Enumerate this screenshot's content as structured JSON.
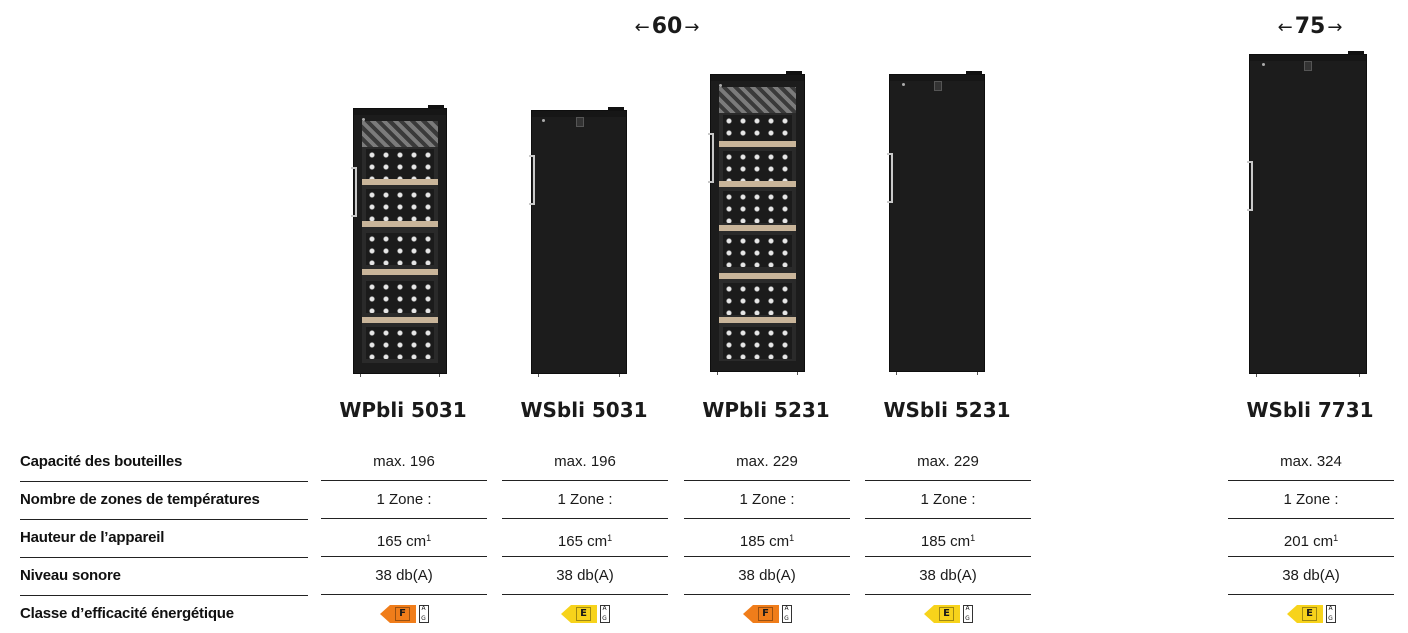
{
  "width_groups": [
    {
      "label": "60",
      "left_arrow": "←",
      "right_arrow": "→"
    },
    {
      "label": "75",
      "left_arrow": "←",
      "right_arrow": "→"
    }
  ],
  "row_labels": [
    "Capacité des bouteilles",
    "Nombre de zones de températures",
    "Hauteur de l’appareil",
    "Niveau sonore",
    "Classe d’efficacité énergétique"
  ],
  "products": [
    {
      "model": "WPbli 5031",
      "door": "glass",
      "capacity": "max. 196",
      "zones": "1 Zone :",
      "height": "165 cm",
      "height_note": "1",
      "noise": "38 db(A)",
      "energy_class": "F",
      "energy_color": "#f07d1a",
      "scale_top": "A",
      "scale_bottom": "G"
    },
    {
      "model": "WSbli 5031",
      "door": "solid",
      "capacity": "max. 196",
      "zones": "1 Zone :",
      "height": "165 cm",
      "height_note": "1",
      "noise": "38 db(A)",
      "energy_class": "E",
      "energy_color": "#f7d31b",
      "scale_top": "A",
      "scale_bottom": "G"
    },
    {
      "model": "WPbli 5231",
      "door": "glass",
      "capacity": "max. 229",
      "zones": "1 Zone :",
      "height": "185 cm",
      "height_note": "1",
      "noise": "38 db(A)",
      "energy_class": "F",
      "energy_color": "#f07d1a",
      "scale_top": "A",
      "scale_bottom": "G"
    },
    {
      "model": "WSbli 5231",
      "door": "solid",
      "capacity": "max. 229",
      "zones": "1 Zone :",
      "height": "185 cm",
      "height_note": "1",
      "noise": "38 db(A)",
      "energy_class": "E",
      "energy_color": "#f7d31b",
      "scale_top": "A",
      "scale_bottom": "G"
    },
    {
      "model": "WSbli 7731",
      "door": "solid",
      "capacity": "max. 324",
      "zones": "1 Zone :",
      "height": "201 cm",
      "height_note": "1",
      "noise": "38 db(A)",
      "energy_class": "E",
      "energy_color": "#f7d31b",
      "scale_top": "A",
      "scale_bottom": "G"
    }
  ]
}
